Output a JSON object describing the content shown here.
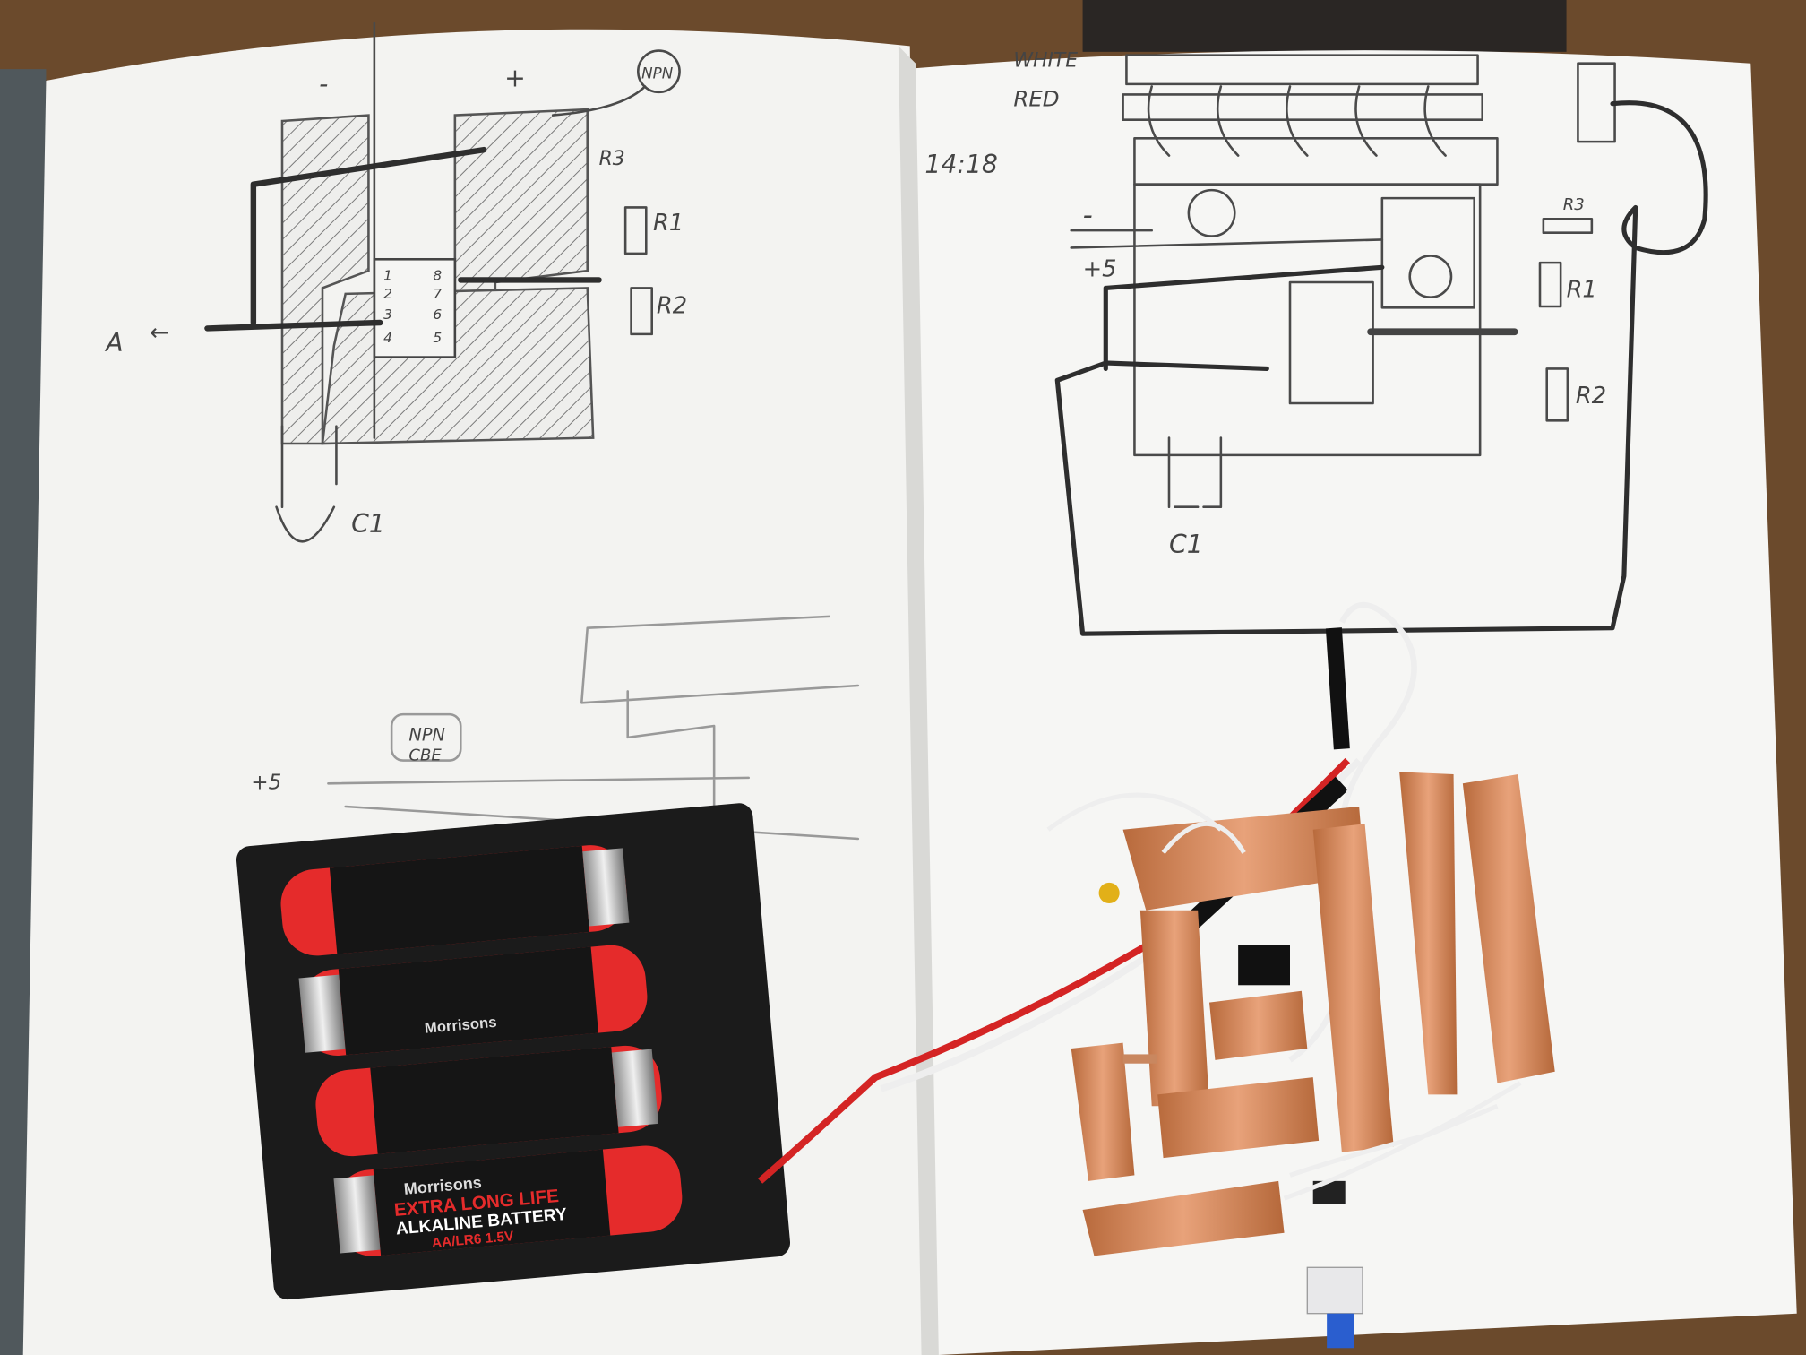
{
  "sketch_left": {
    "minus": "-",
    "plus": "+",
    "npn": "NPN",
    "r3": "R3",
    "r1": "R1",
    "r2": "R2",
    "c1": "C1",
    "output": "A",
    "pins_left": [
      "1",
      "2",
      "3",
      "4"
    ],
    "pins_right": [
      "8",
      "7",
      "6",
      "5"
    ],
    "lower_plus5": "+5",
    "lower_npn": "NPN",
    "lower_cbe": "CBE"
  },
  "sketch_right": {
    "white": "WHITE",
    "red": "RED",
    "time": "14:18",
    "minus": "-",
    "plus5": "+5",
    "r3": "R3",
    "r1": "R1",
    "r2": "R2",
    "c1": "C1"
  },
  "battery": {
    "brand": "Morrisons",
    "line1": "EXTRA LONG LIFE",
    "line2": "ALKALINE BATTERY",
    "spec": "AA/LR6 1.5V",
    "colors": {
      "red": "#e52b2b",
      "black": "#151515"
    }
  },
  "colors": {
    "copper": "#c97a4a",
    "paper": "#f4f4f2",
    "wood": "#6b4a2c"
  }
}
